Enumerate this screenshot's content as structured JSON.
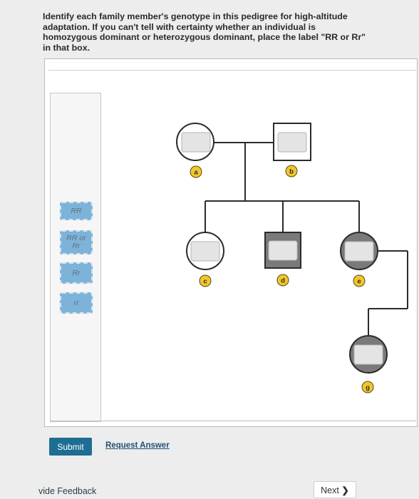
{
  "question": {
    "text": "Identify each family member's genotype in this pedigree for high-altitude adaptation. If you can't tell with certainty whether an individual is homozygous dominant or heterozygous dominant, place the label \"RR or Rr\" in that box."
  },
  "labels": [
    {
      "text": "RR"
    },
    {
      "text": "RR or Rr"
    },
    {
      "text": "Rr"
    },
    {
      "text": "rr"
    }
  ],
  "pedigree": {
    "individuals": [
      {
        "id": "a",
        "shape": "circle",
        "affected": false
      },
      {
        "id": "b",
        "shape": "square",
        "affected": false
      },
      {
        "id": "c",
        "shape": "circle",
        "affected": false
      },
      {
        "id": "d",
        "shape": "square",
        "affected": true
      },
      {
        "id": "e",
        "shape": "circle",
        "affected": true
      },
      {
        "id": "g",
        "shape": "circle",
        "affected": true
      }
    ]
  },
  "actions": {
    "submit_label": "Submit",
    "request_label": "Request Answer",
    "feedback_label": "vide Feedback",
    "next_label": "Next"
  },
  "colors": {
    "label_fill": "#7db3d8",
    "submit_bg": "#1e6e93",
    "badge_fill": "#f0c62e",
    "affected_fill": "#7a7a7a"
  }
}
